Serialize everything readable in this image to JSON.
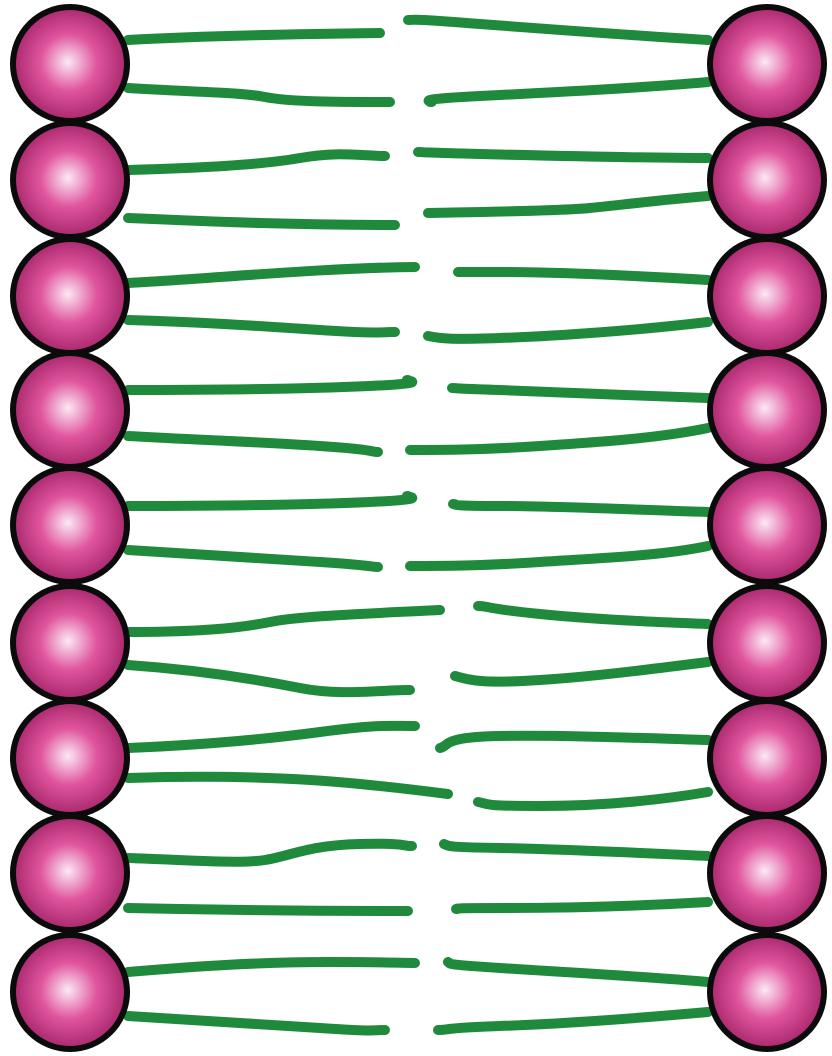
{
  "diagram": {
    "type": "lipid-bilayer",
    "rows": 9,
    "leaflets": [
      "left",
      "right"
    ],
    "tails_per_lipid": 2,
    "colors": {
      "head_fill_center": "#fce9f4",
      "head_fill_mid": "#e0559e",
      "head_fill_edge": "#9e1f63",
      "head_outline": "#0b0b0b",
      "tail": "#1f8a3c",
      "background": "#ffffff"
    }
  }
}
